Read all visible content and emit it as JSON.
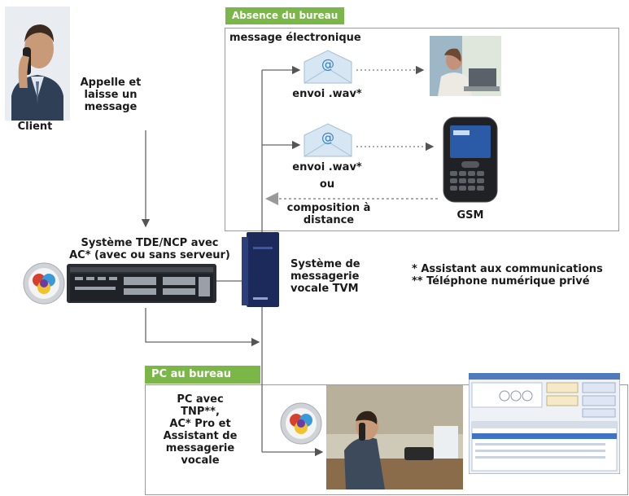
{
  "client": {
    "caption": "Client",
    "action": "Appelle et\nlaisse un\nmessage"
  },
  "pbx": {
    "caption": "Système TDE/NCP avec\nAC* (avec ou sans serveur)"
  },
  "voicemail": {
    "caption": "Système de\nmessagerie\nvocale TVM"
  },
  "absence": {
    "tab_label": "Absence du bureau",
    "email_label": "message électronique",
    "send_wav_1": "envoi .wav*",
    "send_wav_2": "envoi .wav*",
    "or_label": "ou",
    "remote_dial": "composition à\ndistance",
    "mobile_caption": "GSM"
  },
  "footnotes": {
    "note1": "* Assistant aux communications",
    "note2": "** Téléphone numérique privé"
  },
  "office": {
    "tab_label": "PC au bureau",
    "description": "PC  avec\nTNP**,\nAC* Pro et\nAssistant de\nmessagerie\nvocale"
  },
  "colors": {
    "accent_green": "#7ab648",
    "border_gray": "#9a9a9a",
    "line_gray": "#666666"
  },
  "icons": [
    "client-photo",
    "email-envelope-icon",
    "laptop-user-photo",
    "smartphone-icon",
    "pbx-device",
    "voicemail-unit",
    "communication-assistant-logo",
    "office-user-photo",
    "software-screenshot"
  ]
}
